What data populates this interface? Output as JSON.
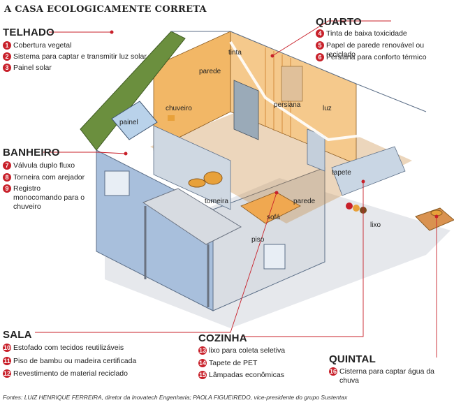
{
  "title": "A CASA ECOLOGICAMENTE CORRETA",
  "sections": {
    "telhado": {
      "label": "TELHADO",
      "items": [
        {
          "n": "1",
          "t": "Cobertura vegetal"
        },
        {
          "n": "2",
          "t": "Sistema para captar e transmitir luz solar"
        },
        {
          "n": "3",
          "t": "Painel solar"
        }
      ]
    },
    "banheiro": {
      "label": "BANHEIRO",
      "items": [
        {
          "n": "7",
          "t": "Válvula duplo fluxo"
        },
        {
          "n": "8",
          "t": "Torneira com arejador"
        },
        {
          "n": "9",
          "t": "Registro monocomando para o chuveiro"
        }
      ]
    },
    "quarto": {
      "label": "QUARTO",
      "items": [
        {
          "n": "4",
          "t": "Tinta de baixa toxicidade"
        },
        {
          "n": "5",
          "t": "Papel de parede renovável ou reciclado"
        },
        {
          "n": "6",
          "t": "Persiana para conforto térmico"
        }
      ]
    },
    "sala": {
      "label": "SALA",
      "items": [
        {
          "n": "10",
          "t": "Estofado com tecidos reutilizáveis"
        },
        {
          "n": "11",
          "t": "Piso de bambu ou madeira certificada"
        },
        {
          "n": "12",
          "t": "Revestimento de material reciclado"
        }
      ]
    },
    "cozinha": {
      "label": "COZINHA",
      "items": [
        {
          "n": "13",
          "t": "lixo para coleta seletiva"
        },
        {
          "n": "14",
          "t": "Tapete de PET"
        },
        {
          "n": "15",
          "t": "Lâmpadas econômicas"
        }
      ]
    },
    "quintal": {
      "label": "QUINTAL",
      "items": [
        {
          "n": "16",
          "t": "Cisterna para captar água da chuva"
        }
      ]
    }
  },
  "house_labels": {
    "tinta": "tinta",
    "parede1": "parede",
    "persiana": "persiana",
    "painel": "painel",
    "chuveiro": "chuveiro",
    "luz": "luz",
    "tapete": "tapete",
    "torneira": "torneira",
    "sofa": "sofá",
    "parede2": "parede",
    "piso": "piso",
    "lixo": "lixo"
  },
  "source": "Fontes: LUIZ HENRIQUE FERREIRA, diretor da Inovatech Engenharia; PAOLA FIGUEIREDO, vice-presidente do grupo Sustentax",
  "colors": {
    "accent": "#c8202a",
    "wall_blue": "#9ab4d0",
    "floor_wood": "#c98a3f",
    "roof_green": "#6b8f3e",
    "orange_wall": "#f5b971"
  }
}
